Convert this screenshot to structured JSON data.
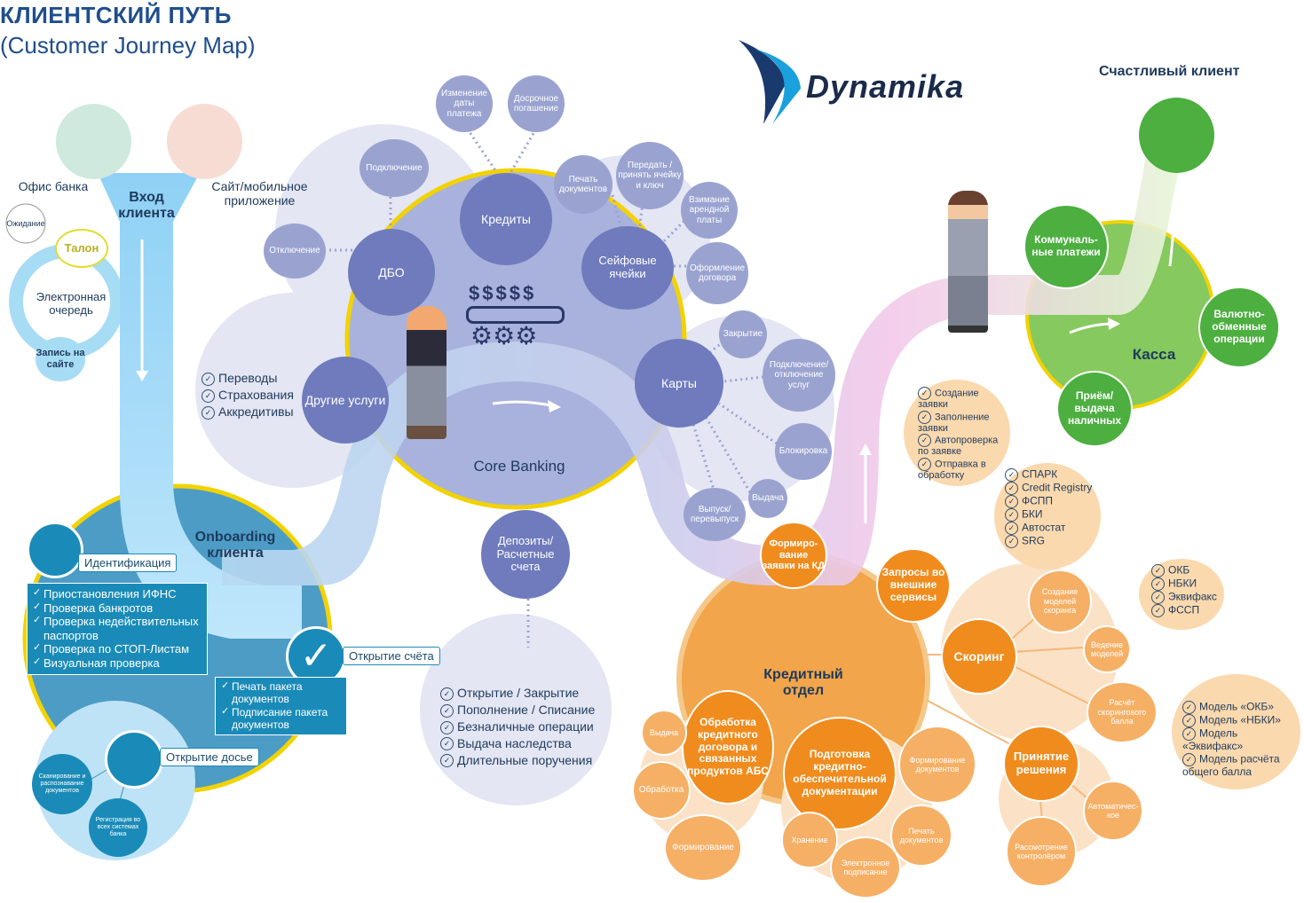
{
  "header": {
    "title": "КЛИЕНТСКИЙ ПУТЬ",
    "subtitle": "(Customer Journey Map)",
    "logo_text": "Dynamika",
    "happy_client": "Счастливый клиент"
  },
  "entry": {
    "office": "Офис банка",
    "site": "Сайт/мобильное приложение",
    "entry_label": "Вход клиента",
    "waiting": "Ожидание",
    "ticket": "Талон",
    "queue": "Электронная очередь",
    "web_signup": "Запись на сайте"
  },
  "onboarding": {
    "title": "Onboarding клиента",
    "identification": "Идентификация",
    "checks": [
      "Приостановления ИФНС",
      "Проверка банкротов",
      "Проверка недействительных паспортов",
      "Проверка по СТОП-Листам",
      "Визуальная проверка"
    ],
    "open_account": "Открытие счёта",
    "account_steps": [
      "Печать пакета документов",
      "Подписание пакета документов"
    ],
    "open_dossier": "Открытие досье",
    "scan_docs": "Сканирование и распознавание документов",
    "register_all": "Регистрация во всех системах банка"
  },
  "core": {
    "title": "Core Banking",
    "credits": "Кредиты",
    "credit_change": "Изменение даты платежа",
    "credit_early": "Досрочное погашение",
    "dbo": "ДБО",
    "dbo_connect": "Подключение",
    "dbo_disconnect": "Отключение",
    "safe": "Сейфовые ячейки",
    "safe_items": [
      "Печать документов",
      "Передать /принять ячейку и ключ",
      "Взимание арендной платы",
      "Оформление договора"
    ],
    "other": "Другие услуги",
    "other_list": [
      "Переводы",
      "Страхования",
      "Аккредитивы"
    ],
    "cards": "Карты",
    "card_items": [
      "Закрытие",
      "Подключение/ отключение услуг",
      "Блокировка",
      "Выдача",
      "Выпуск/ перевыпуск"
    ],
    "deposits": "Депозиты/ Расчетные счета",
    "deposit_list": [
      "Открытие / Закрытие",
      "Пополнение / Списание",
      "Безналичные операции",
      "Выдача наследства",
      "Длительные поручения"
    ]
  },
  "credit": {
    "title": "Кредитный отдел",
    "form_request": "Формиро- вание заявки на КД",
    "request_list": [
      "Создание заявки",
      "Заполнение заявки",
      "Автопроверка по заявке",
      "Отправка в обработку"
    ],
    "external": "Запросы во внешние сервисы",
    "external_list": [
      "СПАРК",
      "Credit Registry",
      "ФСПП",
      "БКИ",
      "Автостат",
      "SRG"
    ],
    "scoring": "Скоринг",
    "score_models": "Создание моделей скоринга",
    "bureau_list": [
      "ОКБ",
      "НБКИ",
      "Эквифакс",
      "ФССП"
    ],
    "model_keep": "Ведение моделей",
    "score_calc": "Расчёт скорингового балла",
    "model_list": [
      "Модель «ОКБ»",
      "Модель «НБКИ»",
      "Модель «Эквифакс»",
      "Модель расчёта общего балла"
    ],
    "decision": "Принятие решения",
    "auto": "Автоматичес- кое",
    "controller": "Рассмотрение контролёром",
    "abs": "Обработка кредитного договора и связанных продуктов АБС",
    "abs_items": [
      "Выдача",
      "Обработка",
      "Формирование"
    ],
    "collateral": "Подготовка кредитно- обеспечительной документации",
    "coll_items": [
      "Формирование документов",
      "Печать документов",
      "Электронное подписание",
      "Хранение"
    ]
  },
  "cash": {
    "title": "Касса",
    "utilities": "Коммуналь- ные платежи",
    "fx": "Валютно- обменные операции",
    "cash_io": "Приём/ выдача наличных"
  },
  "colors": {
    "navy": "#1f4e8c",
    "onboarding": "#4c9cc6",
    "core": "#a9b2dc",
    "credit": "#f2a54a",
    "cash": "#6fc24d",
    "yellow_ring": "#f2d200"
  }
}
